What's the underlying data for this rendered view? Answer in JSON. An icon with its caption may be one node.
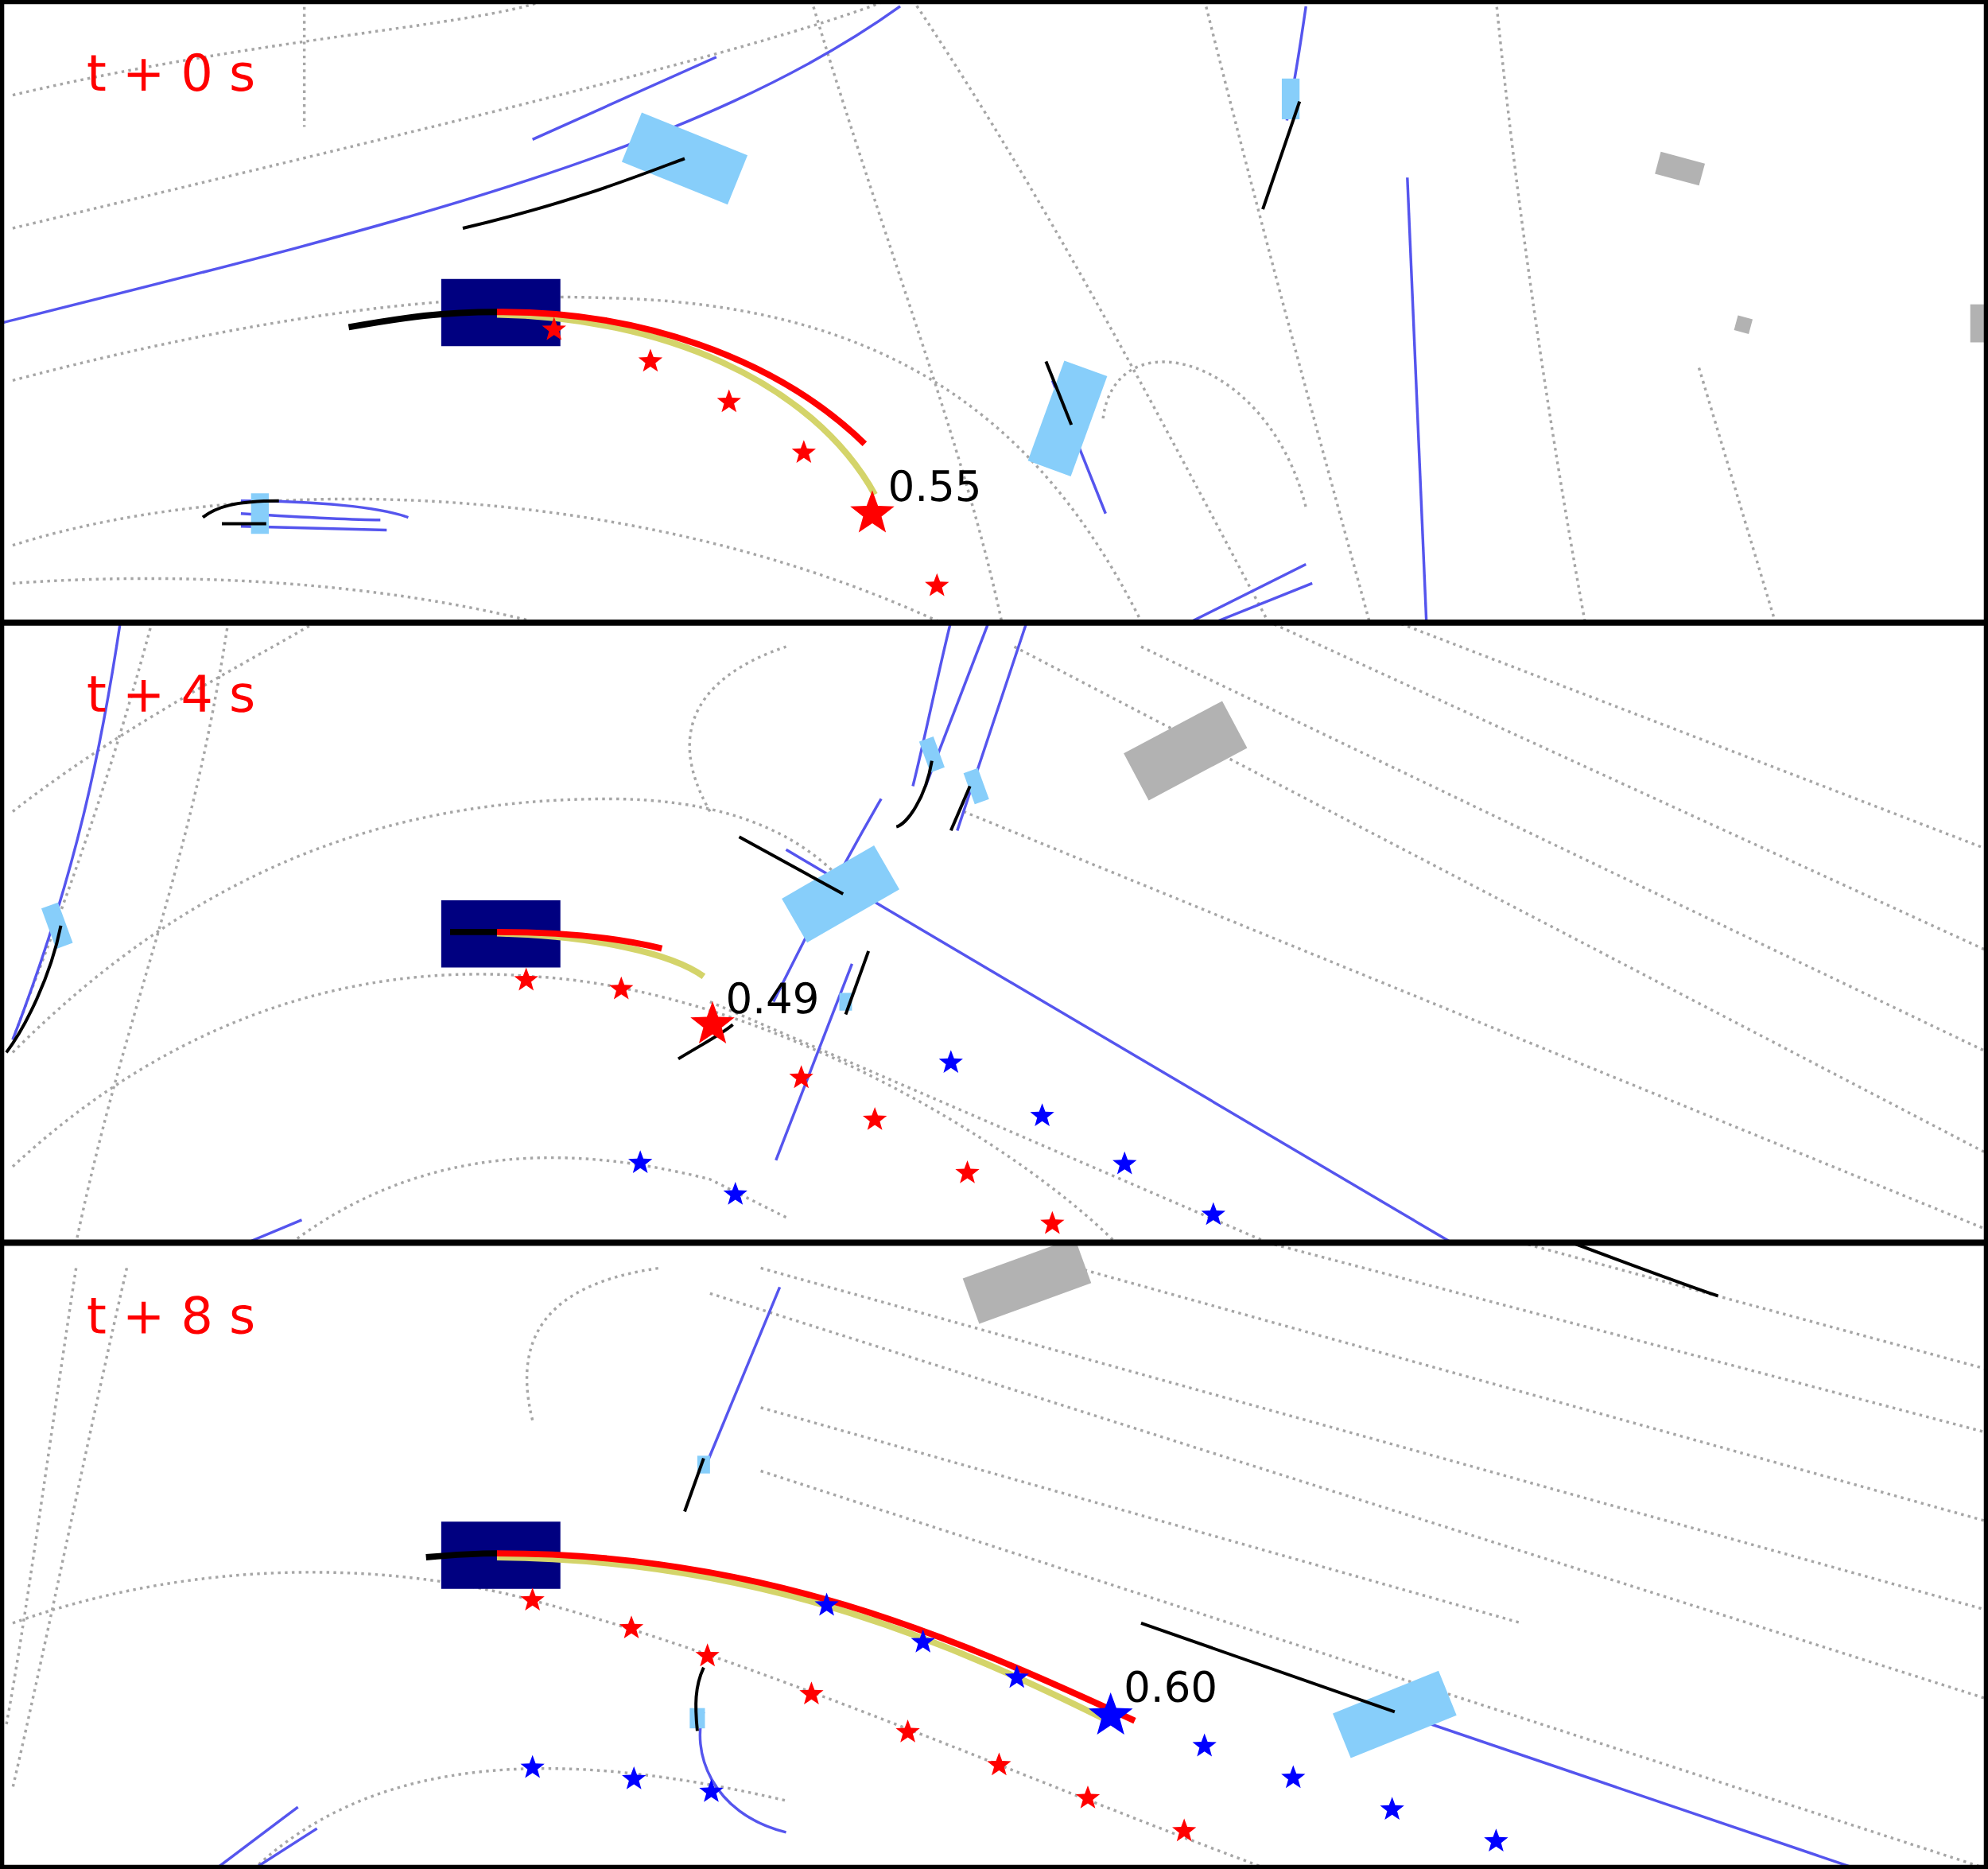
{
  "diagram": {
    "labels": [
      "t + 0 s",
      "0.55",
      "t + 4 s",
      "0.49",
      "t + 8 s",
      "0.60"
    ]
  }
}
